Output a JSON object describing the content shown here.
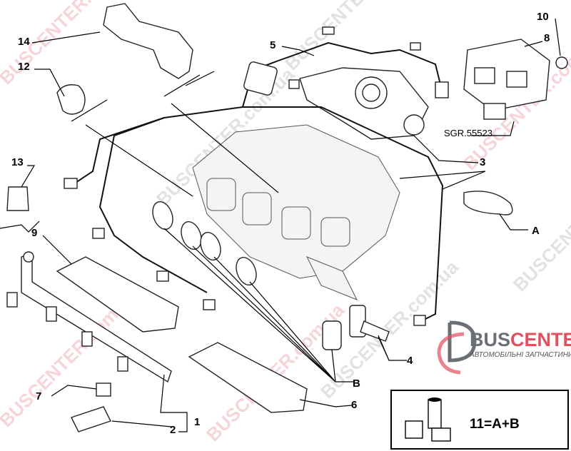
{
  "diagram": {
    "callouts": {
      "c14": "14",
      "c12": "12",
      "c13": "13",
      "c9": "9",
      "c7": "7",
      "c2": "2",
      "c1": "1",
      "c5": "5",
      "c10": "10",
      "c8": "8",
      "c3": "3",
      "cA": "A",
      "c4": "4",
      "cB": "B",
      "c6": "6"
    },
    "reference_code": "SGR.55523",
    "kit_formula": "11=A+B"
  },
  "watermark": {
    "text": "BUSCENTER.com.ua"
  },
  "logo": {
    "part1": "BUS",
    "part2": "CENTER",
    "subtitle": "АВТОМОБІЛЬНІ ЗАПЧАСТИНИ",
    "color_gray": "#6b6f76",
    "color_red": "#e0505f"
  }
}
